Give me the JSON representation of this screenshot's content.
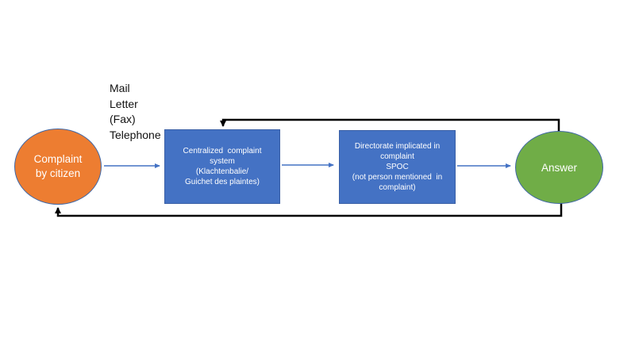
{
  "diagram": {
    "channels_label": "Mail\nLetter\n(Fax)\nTelephone",
    "nodes": {
      "complaint": {
        "label": "Complaint\nby citizen",
        "fill": "#ED7D31"
      },
      "system": {
        "label": "Centralized  complaint\nsystem\n(Klachtenbalie/\nGuichet des plaintes)",
        "fill": "#4472C4"
      },
      "directorate": {
        "label": "Directorate implicated in\ncomplaint\nSPOC\n(not person mentioned  in\ncomplaint)",
        "fill": "#4472C4"
      },
      "answer": {
        "label": "Answer",
        "fill": "#70AD47"
      }
    },
    "connectors": {
      "blue": "#4472C4",
      "black": "#000000"
    }
  }
}
